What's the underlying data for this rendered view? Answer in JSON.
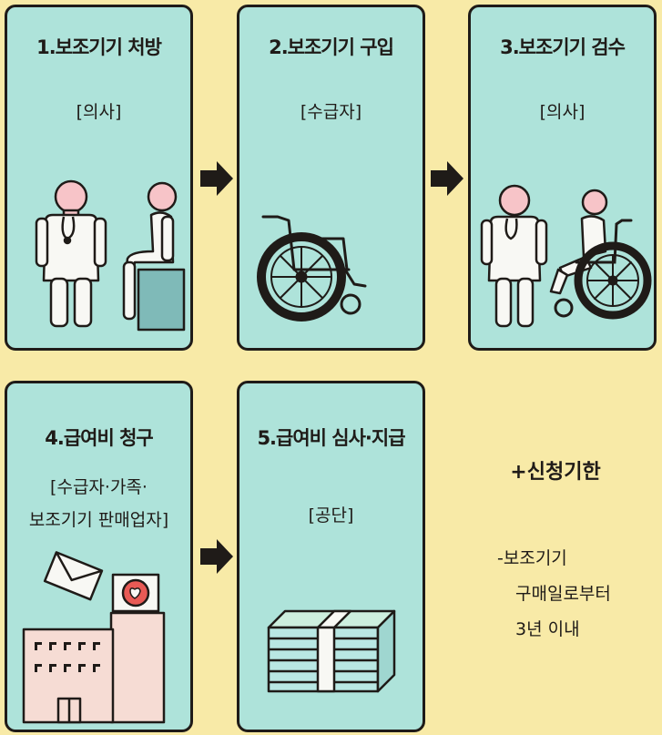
{
  "steps": [
    {
      "title": "1.보조기기 처방",
      "role": "[의사]",
      "icon": "doctor-patient-icon"
    },
    {
      "title": "2.보조기기 구입",
      "role": "[수급자]",
      "icon": "wheelchair-icon"
    },
    {
      "title": "3.보조기기 검수",
      "role": "[의사]",
      "icon": "doctor-wheelchair-icon"
    },
    {
      "title": "4.급여비 청구",
      "role_lines": [
        "[수급자·가족·",
        "보조기기 판매업자]"
      ],
      "icon": "building-mail-icon"
    },
    {
      "title": "5.급여비 심사·지급",
      "role": "[공단]",
      "icon": "money-stack-icon"
    }
  ],
  "note": {
    "title": "+신청기한",
    "lines": [
      "-보조기기",
      "구매일로부터",
      "3년 이내"
    ]
  },
  "colors": {
    "background": "#f8eaa7",
    "card": "#aee3da",
    "outline": "#1f1b18",
    "skin": "#f7c4c8",
    "white": "#f8f8f4",
    "box": "#7fbab8"
  }
}
